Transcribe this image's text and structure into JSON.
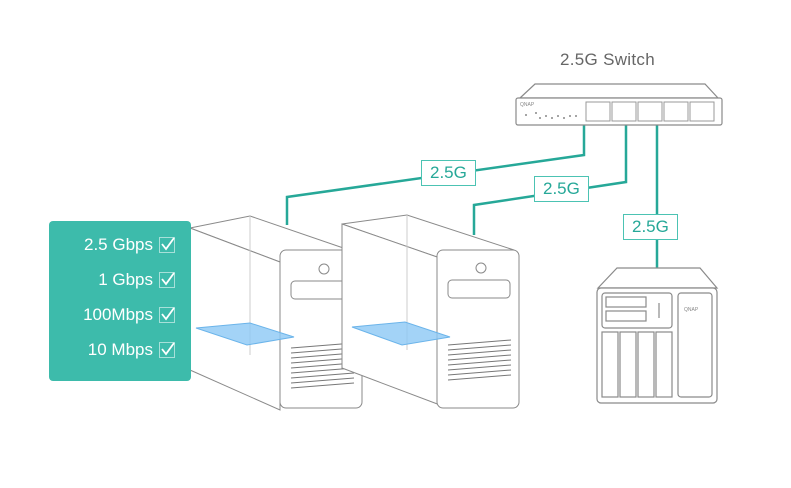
{
  "switch": {
    "title": "2.5G Switch",
    "brand": "QNAP"
  },
  "nas": {
    "brand": "QNAP"
  },
  "speeds": [
    {
      "label": "2.5 Gbps",
      "checked": true
    },
    {
      "label": "1 Gbps",
      "checked": true
    },
    {
      "label": "100Mbps",
      "checked": true
    },
    {
      "label": "10 Mbps",
      "checked": true
    }
  ],
  "links": [
    {
      "label": "2.5G",
      "to": "pc-1"
    },
    {
      "label": "2.5G",
      "to": "pc-2"
    },
    {
      "label": "2.5G",
      "to": "nas"
    }
  ],
  "colors": {
    "accent": "#3dbbab",
    "cable": "#26a898",
    "nic": "#8cc8f5",
    "outline": "#8a8a8a"
  }
}
